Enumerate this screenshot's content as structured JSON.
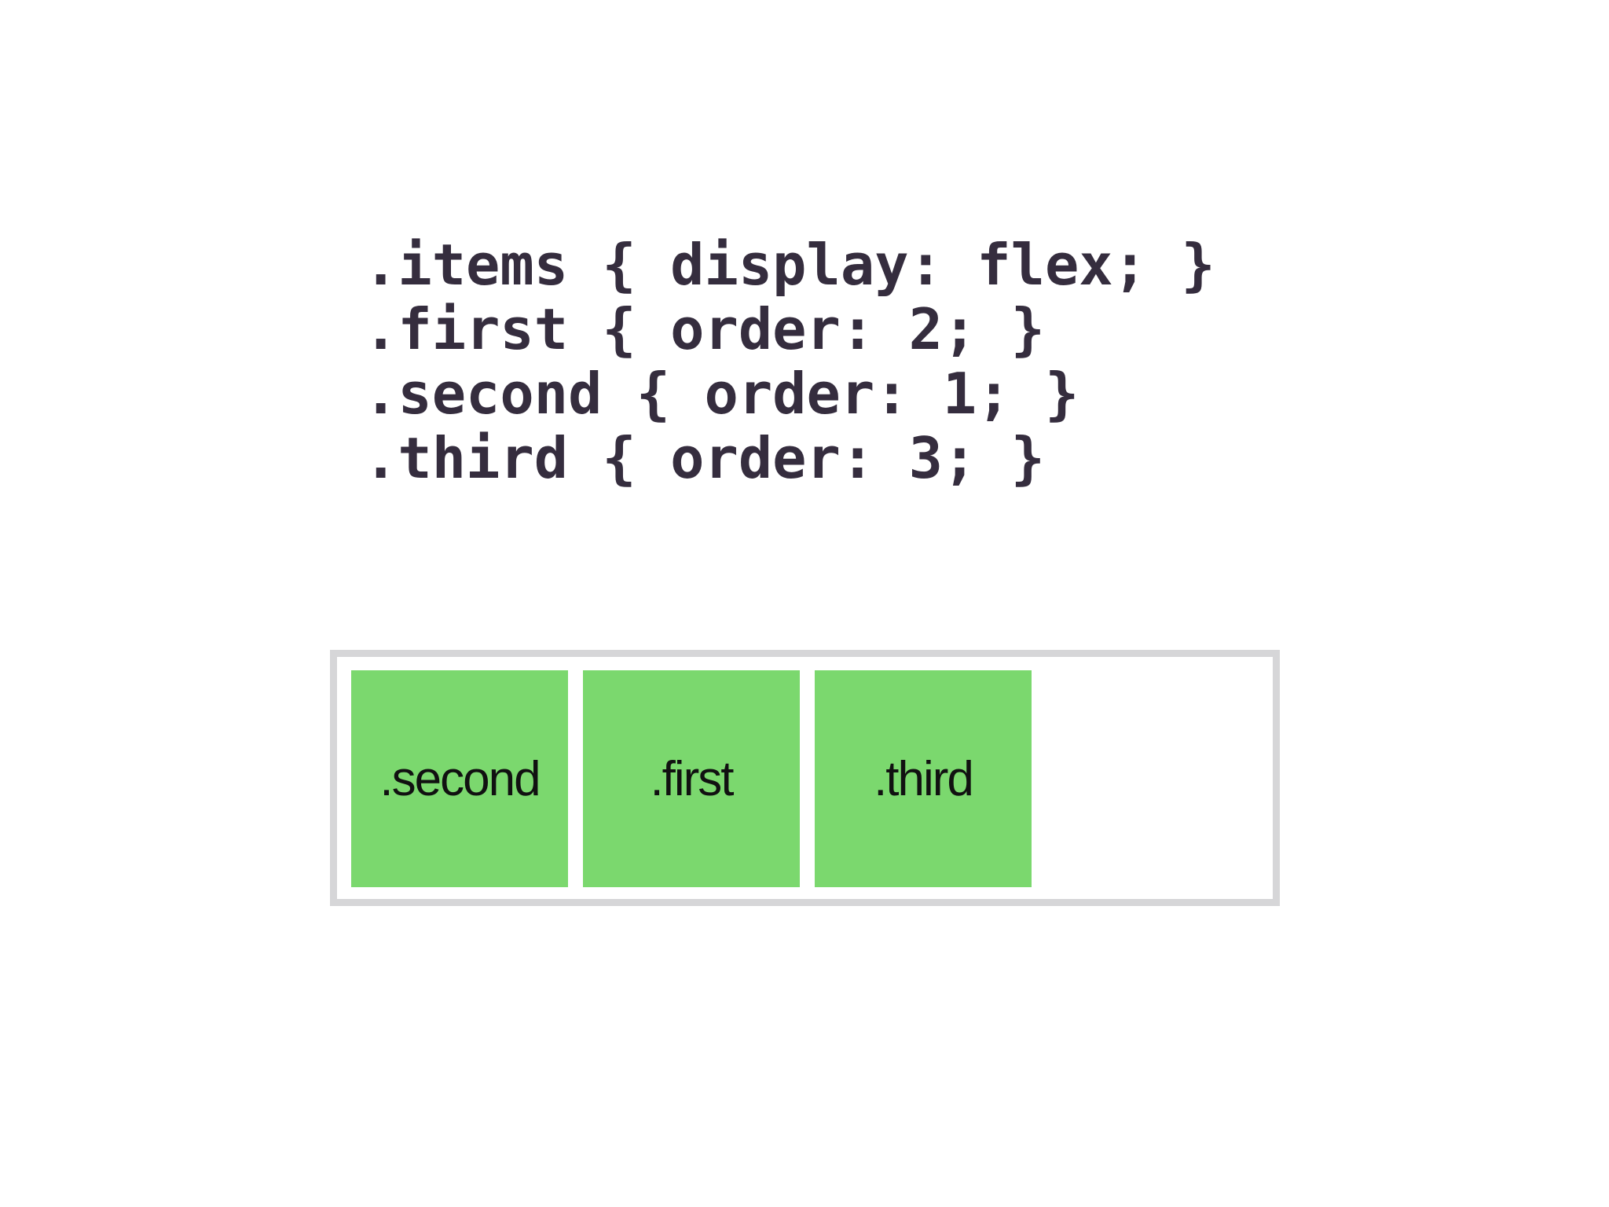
{
  "code": {
    "lines": [
      ".items { display: flex; }",
      ".first { order: 2; }",
      ".second { order: 1; }",
      ".third { order: 3; }"
    ],
    "text_color": "#352d3e"
  },
  "flex_demo": {
    "border_color": "#d6d6d8",
    "item_color": "#7bd86e",
    "items": [
      {
        "label": ".second"
      },
      {
        "label": ".first"
      },
      {
        "label": ".third"
      }
    ]
  }
}
